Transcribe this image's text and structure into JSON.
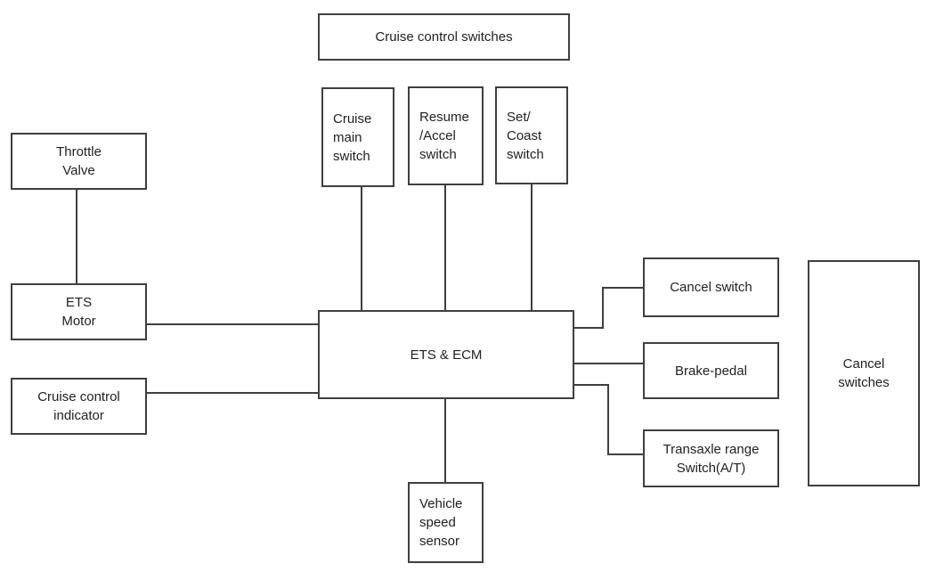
{
  "diagram": {
    "colors": {
      "line": "#3f3f3f",
      "background": "#ffffff",
      "text": "#1f1f1f"
    },
    "boxes": {
      "cruise_control_switches": {
        "label": "Cruise control switches"
      },
      "cruise_main_switch": {
        "label": "Cruise\nmain\nswitch"
      },
      "resume_accel_switch": {
        "label": "Resume\n/Accel\nswitch"
      },
      "set_coast_switch": {
        "label": "Set/\nCoast\nswitch"
      },
      "throttle_valve": {
        "label": "Throttle\nValve"
      },
      "ets_motor": {
        "label": "ETS\nMotor"
      },
      "cruise_control_indicator": {
        "label": "Cruise control\nindicator"
      },
      "ets_ecm": {
        "label": "ETS & ECM"
      },
      "cancel_switch": {
        "label": "Cancel switch"
      },
      "brake_pedal": {
        "label": "Brake-pedal"
      },
      "transaxle_range_switch": {
        "label": "Transaxle range\nSwitch(A/T)"
      },
      "cancel_switches": {
        "label": "Cancel\nswitches"
      },
      "vehicle_speed_sensor": {
        "label": "Vehicle\nspeed\nsensor"
      }
    }
  }
}
